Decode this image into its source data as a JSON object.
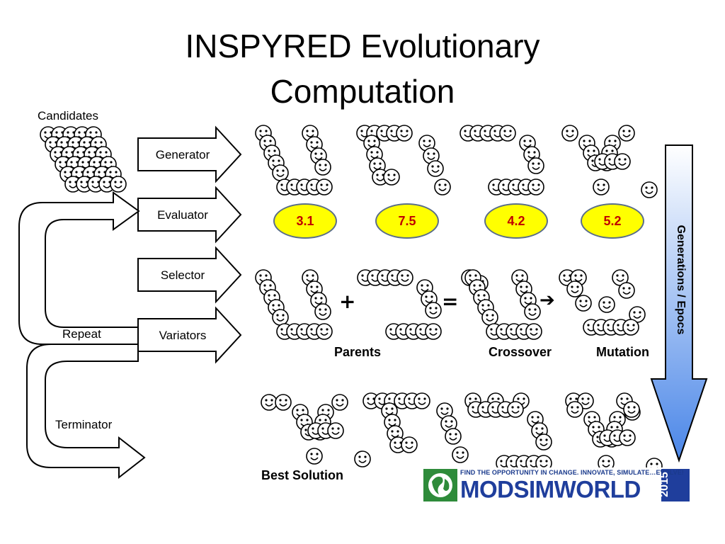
{
  "title": {
    "line1": "INSPYRED Evolutionary",
    "line2": "Computation"
  },
  "labels": {
    "candidates": "Candidates",
    "repeat": "Repeat",
    "terminator": "Terminator",
    "parents": "Parents",
    "crossover": "Crossover",
    "mutation": "Mutation",
    "best_solution": "Best Solution",
    "generations": "Generations / Epocs"
  },
  "steps": [
    {
      "label": "Generator"
    },
    {
      "label": "Evaluator"
    },
    {
      "label": "Selector"
    },
    {
      "label": "Variators"
    }
  ],
  "fitness": [
    "3.1",
    "7.5",
    "4.2",
    "5.2"
  ],
  "operators": {
    "plus": "+",
    "equals": "=",
    "arrow": "➔"
  },
  "logo": {
    "tagline": "FIND THE OPPORTUNITY IN CHANGE. INNOVATE, SIMULATE…EVOLVE!",
    "word": "MODSIMWORLD",
    "year": "2015",
    "icon": "globe-icon"
  },
  "colors": {
    "ellipse_fill": "#ffff00",
    "fitness_text": "#c00000",
    "arrow_gradient_top": "#ffffff",
    "arrow_gradient_bottom": "#4a86e8",
    "logo_blue": "#1f3e9c",
    "logo_green": "#2e8b3a"
  }
}
